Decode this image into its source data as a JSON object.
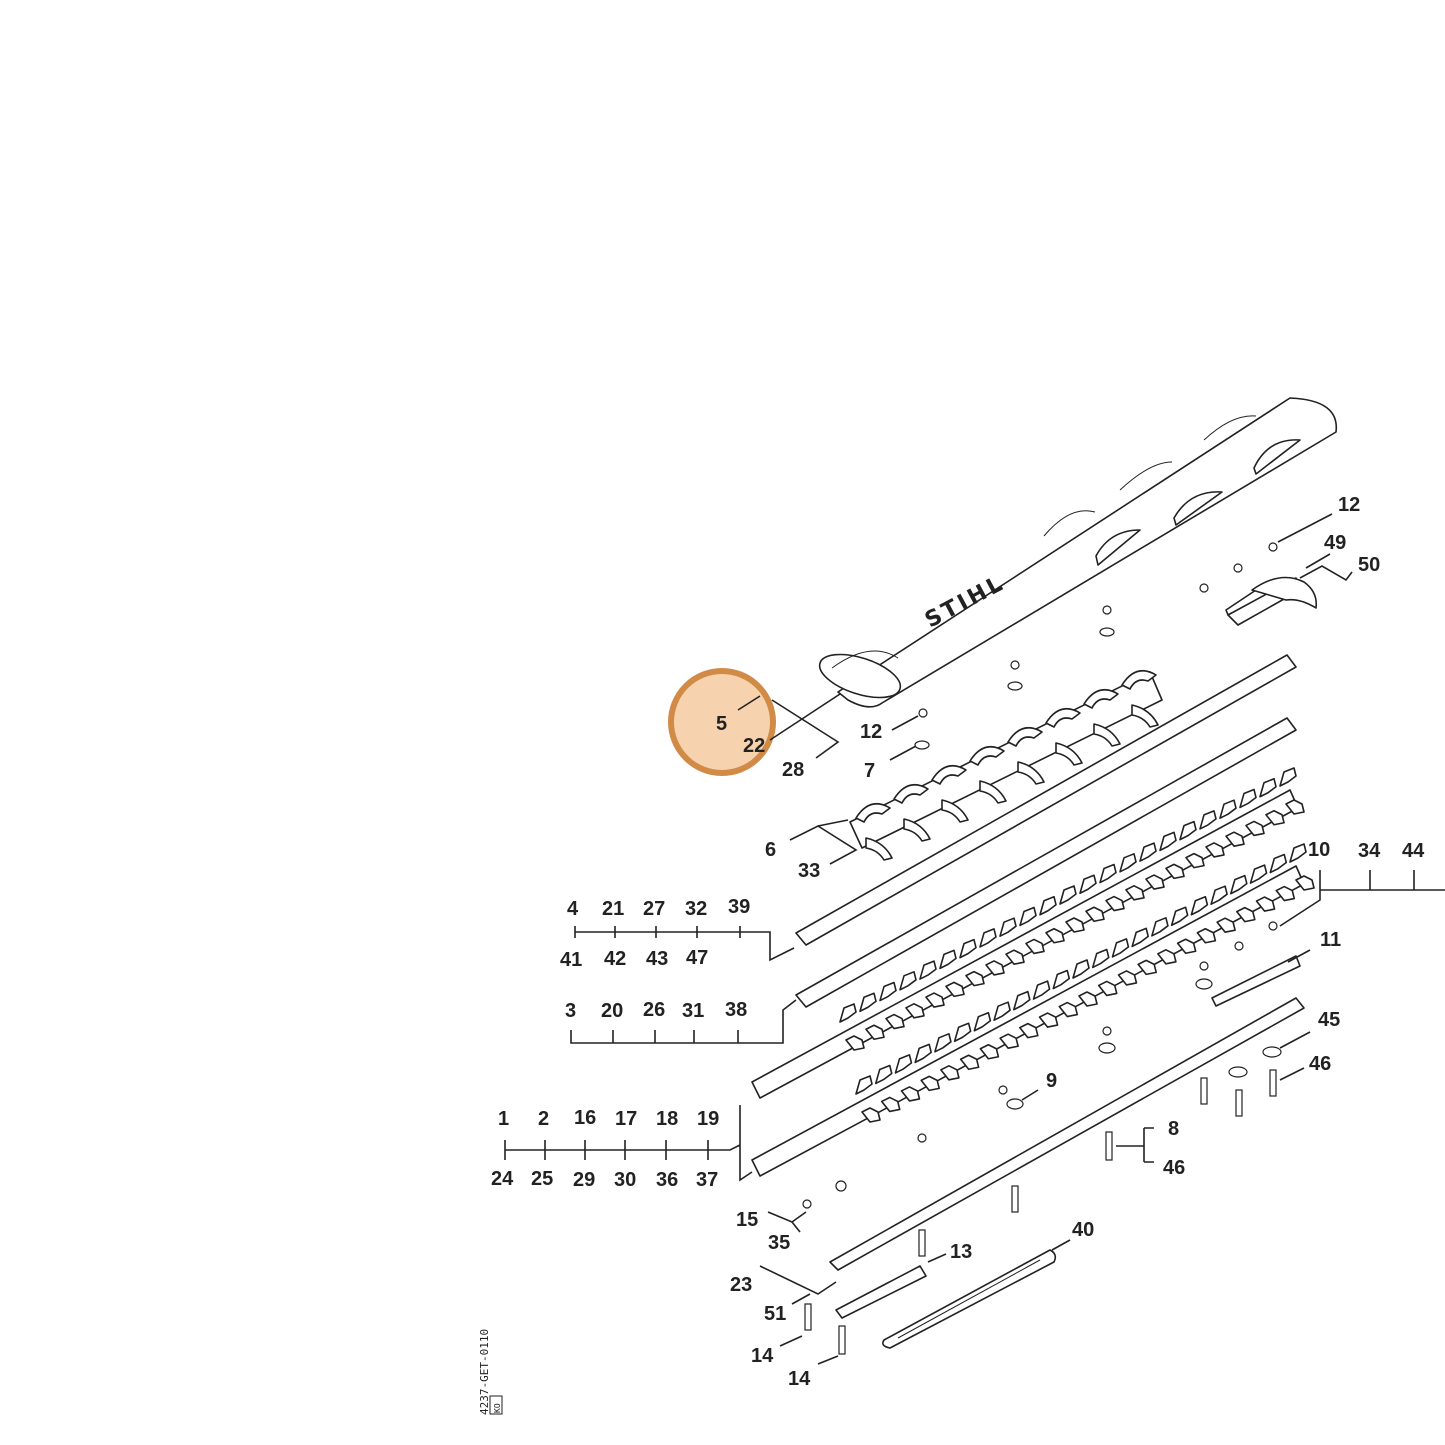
{
  "diagram": {
    "brand_logo": "STIHL",
    "drawing_code": "4237-GET-0110",
    "drawing_box": "KO",
    "highlight_color": "#cd7f32",
    "callouts": {
      "c5": "5",
      "c22": "22",
      "c28": "28",
      "c12a": "12",
      "c7": "7",
      "c12b": "12",
      "c49": "49",
      "c50": "50",
      "c6": "6",
      "c33": "33",
      "c4": "4",
      "c21": "21",
      "c27": "27",
      "c32": "32",
      "c39": "39",
      "c41": "41",
      "c42": "42",
      "c43": "43",
      "c47": "47",
      "c3": "3",
      "c20": "20",
      "c26": "26",
      "c31": "31",
      "c38": "38",
      "c1": "1",
      "c2": "2",
      "c16": "16",
      "c17": "17",
      "c18": "18",
      "c19": "19",
      "c24": "24",
      "c25": "25",
      "c29": "29",
      "c30": "30",
      "c36": "36",
      "c37": "37",
      "c10": "10",
      "c34": "34",
      "c44": "44",
      "c11": "11",
      "c45": "45",
      "c46a": "46",
      "c9": "9",
      "c8": "8",
      "c46b": "46",
      "c15": "15",
      "c35": "35",
      "c23": "23",
      "c51": "51",
      "c13": "13",
      "c40": "40",
      "c14a": "14",
      "c14b": "14"
    }
  }
}
